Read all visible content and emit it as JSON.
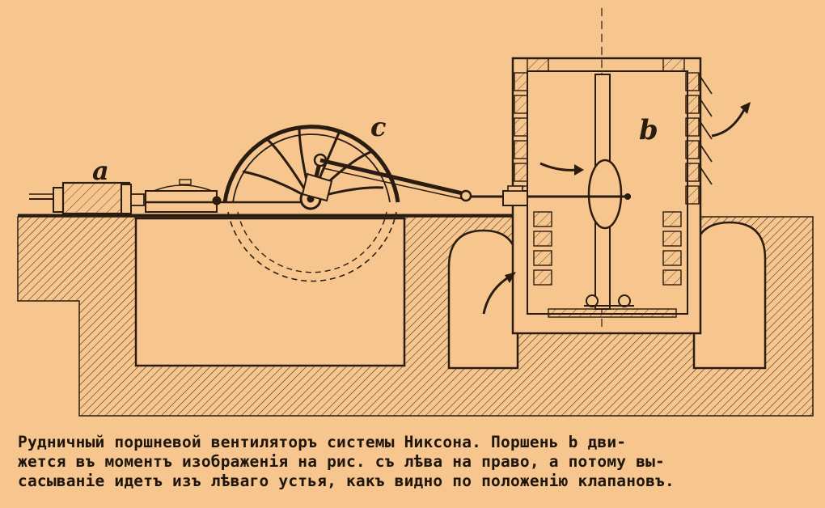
{
  "figure": {
    "labels": {
      "a": "a",
      "c": "c",
      "b": "b"
    }
  },
  "caption": {
    "lines": [
      "Рудничный поршневой вентиляторъ системы Никсона. Поршень b дви-",
      "жется въ моментъ изображенія на рис. съ лѣва на право, а потому вы-",
      "сасываніе идетъ изъ лѣваго устья, какъ видно по положенію клапановъ."
    ]
  },
  "colors": {
    "paper": "#f7c68e",
    "ink": "#2a1c10"
  }
}
